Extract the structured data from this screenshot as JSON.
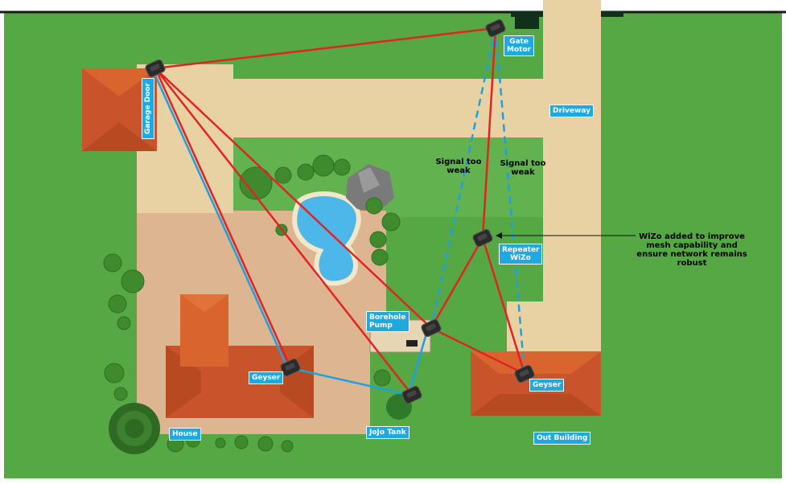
{
  "colors": {
    "grass": "#56a845",
    "path": "#e8d2a4",
    "patio": "#ddb590",
    "roof": "#c9532a",
    "mesh_link": "#e02424",
    "direct_link": "#1fa0e0",
    "weak_link": "#1fa0e0",
    "label_bg": "#1fa9e1"
  },
  "nodes": {
    "garage_door": "Garage Door",
    "gate_motor": "Gate Motor",
    "driveway": "Driveway",
    "repeater": "Repeater WiZo",
    "borehole_pump": "Borehole Pump",
    "geyser_house": "Geyser",
    "geyser_outbuilding": "Geyser",
    "jojo_tank": "JoJo Tank",
    "house": "House",
    "out_building": "Out Building"
  },
  "annotations": {
    "weak_left": "Signal too weak",
    "weak_right": "Signal too weak",
    "repeater_note": "WiZo added to improve mesh capability and ensure network remains robust"
  },
  "links": {
    "mesh": [
      [
        "garage_door",
        "gate_motor"
      ],
      [
        "garage_door",
        "borehole_pump"
      ],
      [
        "garage_door",
        "jojo_tank"
      ],
      [
        "garage_door",
        "geyser_house"
      ],
      [
        "gate_motor",
        "repeater"
      ],
      [
        "repeater",
        "borehole_pump"
      ],
      [
        "repeater",
        "geyser_outbuilding"
      ],
      [
        "borehole_pump",
        "geyser_outbuilding"
      ]
    ],
    "direct": [
      [
        "garage_door",
        "geyser_house"
      ],
      [
        "geyser_house",
        "jojo_tank"
      ],
      [
        "jojo_tank",
        "borehole_pump"
      ]
    ],
    "weak": [
      [
        "gate_motor",
        "borehole_pump"
      ],
      [
        "gate_motor",
        "geyser_outbuilding"
      ]
    ]
  }
}
